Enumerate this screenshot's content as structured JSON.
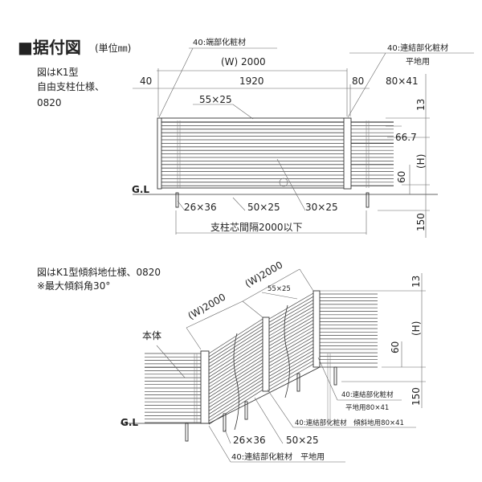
{
  "title": "■据付図",
  "unit": "(単位㎜)",
  "top": {
    "note": [
      "図はK1型",
      "自由支柱仕様、",
      "0820"
    ],
    "end_trim": "40:端部化粧材",
    "width_label": "(W) 2000",
    "dim_left": "40",
    "dim_center": "1920",
    "dim_right": "80",
    "joint_trim": "40:連結部化粧材",
    "joint_trim_sub": "平地用",
    "joint_size": "80×41",
    "top_rail": "55×25",
    "dim_13": "13",
    "dim_66_7": "66.7",
    "dim_h": "(H)",
    "dim_60": "60",
    "dim_150": "150",
    "gl": "G.L",
    "post_size": "26×36",
    "bottom_rail": "50×25",
    "slat_size": "30×25",
    "post_spacing": "支柱芯間隔2000以下"
  },
  "bottom": {
    "note1": "図はK1型傾斜地仕様、0820",
    "note2": "※最大傾斜角30°",
    "body": "本体",
    "width1": "(W)2000",
    "width2": "(W)2000",
    "top_rail": "55×25",
    "dim_13": "13",
    "dim_h": "(H)",
    "dim_60": "60",
    "dim_150": "150",
    "joint_flat": "40:連結部化粧材",
    "joint_flat_size": "平地用80×41",
    "joint_slope": "40:連結部化粧材　傾斜地用80×41",
    "gl": "G.L",
    "post_size": "26×36",
    "bottom_rail": "50×25",
    "joint_flat2": "40:連結部化粧材　平地用"
  }
}
